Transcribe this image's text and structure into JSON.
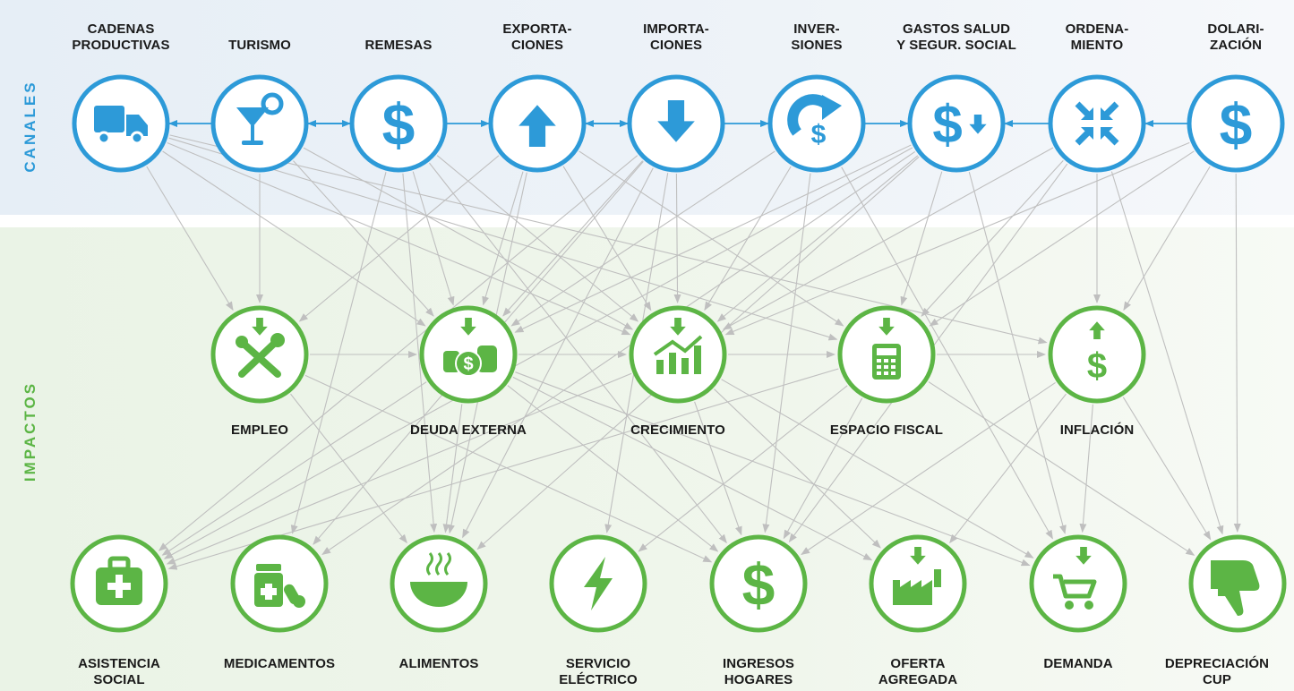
{
  "section_labels": {
    "canales": "CANALES",
    "impactos": "IMPACTOS"
  },
  "colors": {
    "canales": "#2d9ad8",
    "impactos": "#5cb545",
    "arrows": "#bfbfbf"
  },
  "canales": [
    {
      "id": "cadenas",
      "label": "CADENAS\nPRODUCTIVAS",
      "icon": "truck-icon"
    },
    {
      "id": "turismo",
      "label": "TURISMO",
      "icon": "cocktail-icon"
    },
    {
      "id": "remesas",
      "label": "REMESAS",
      "icon": "dollar-icon"
    },
    {
      "id": "exportaciones",
      "label": "EXPORTA-\nCIONES",
      "icon": "arrow-up-icon"
    },
    {
      "id": "importaciones",
      "label": "IMPORTA-\nCIONES",
      "icon": "arrow-down-icon"
    },
    {
      "id": "inversiones",
      "label": "INVER-\nSIONES",
      "icon": "investment-icon"
    },
    {
      "id": "gastos",
      "label": "GASTOS SALUD\nY SEGUR. SOCIAL",
      "icon": "dollar-down-icon"
    },
    {
      "id": "ordenamiento",
      "label": "ORDENA-\nMIENTO",
      "icon": "compress-icon"
    },
    {
      "id": "dolarizacion",
      "label": "DOLARI-\nZACIÓN",
      "icon": "dollar-icon"
    }
  ],
  "impactos_medios": [
    {
      "id": "empleo",
      "label": "EMPLEO",
      "icon": "tools-icon"
    },
    {
      "id": "deuda",
      "label": "DEUDA EXTERNA",
      "icon": "coins-icon"
    },
    {
      "id": "crecimiento",
      "label": "CRECIMIENTO",
      "icon": "growth-chart-icon"
    },
    {
      "id": "fiscal",
      "label": "ESPACIO FISCAL",
      "icon": "calculator-icon"
    },
    {
      "id": "inflacion",
      "label": "INFLACIÓN",
      "icon": "dollar-up-icon"
    }
  ],
  "impactos_finales": [
    {
      "id": "asistencia",
      "label": "ASISTENCIA\nSOCIAL",
      "icon": "medkit-icon"
    },
    {
      "id": "medicamentos",
      "label": "MEDICAMENTOS",
      "icon": "pills-icon"
    },
    {
      "id": "alimentos",
      "label": "ALIMENTOS",
      "icon": "bowl-icon"
    },
    {
      "id": "electrico",
      "label": "SERVICIO\nELÉCTRICO",
      "icon": "lightning-icon"
    },
    {
      "id": "ingresos",
      "label": "INGRESOS\nHOGARES",
      "icon": "dollar-icon"
    },
    {
      "id": "oferta",
      "label": "OFERTA\nAGREGADA",
      "icon": "factory-icon"
    },
    {
      "id": "demanda",
      "label": "DEMANDA",
      "icon": "cart-icon"
    },
    {
      "id": "depreciacion",
      "label": "DEPRECIACIÓN\nCUP",
      "icon": "thumb-down-icon"
    }
  ],
  "links": [
    [
      "turismo",
      "cadenas"
    ],
    [
      "remesas",
      "turismo"
    ],
    [
      "turismo",
      "remesas"
    ],
    [
      "remesas",
      "exportaciones"
    ],
    [
      "exportaciones",
      "importaciones"
    ],
    [
      "importaciones",
      "exportaciones"
    ],
    [
      "importaciones",
      "inversiones"
    ],
    [
      "inversiones",
      "gastos"
    ],
    [
      "ordenamiento",
      "gastos"
    ],
    [
      "dolarizacion",
      "ordenamiento"
    ],
    [
      "cadenas",
      "empleo"
    ],
    [
      "cadenas",
      "deuda"
    ],
    [
      "cadenas",
      "crecimiento"
    ],
    [
      "cadenas",
      "fiscal"
    ],
    [
      "cadenas",
      "inflacion"
    ],
    [
      "turismo",
      "empleo"
    ],
    [
      "turismo",
      "deuda"
    ],
    [
      "turismo",
      "crecimiento"
    ],
    [
      "remesas",
      "deuda"
    ],
    [
      "remesas",
      "crecimiento"
    ],
    [
      "remesas",
      "medicamentos"
    ],
    [
      "remesas",
      "alimentos"
    ],
    [
      "remesas",
      "ingresos"
    ],
    [
      "exportaciones",
      "empleo"
    ],
    [
      "exportaciones",
      "deuda"
    ],
    [
      "exportaciones",
      "crecimiento"
    ],
    [
      "exportaciones",
      "fiscal"
    ],
    [
      "exportaciones",
      "alimentos"
    ],
    [
      "importaciones",
      "deuda"
    ],
    [
      "importaciones",
      "crecimiento"
    ],
    [
      "importaciones",
      "asistencia"
    ],
    [
      "importaciones",
      "medicamentos"
    ],
    [
      "importaciones",
      "alimentos"
    ],
    [
      "importaciones",
      "electrico"
    ],
    [
      "inversiones",
      "deuda"
    ],
    [
      "inversiones",
      "crecimiento"
    ],
    [
      "inversiones",
      "ingresos"
    ],
    [
      "inversiones",
      "demanda"
    ],
    [
      "gastos",
      "deuda"
    ],
    [
      "gastos",
      "crecimiento"
    ],
    [
      "gastos",
      "fiscal"
    ],
    [
      "gastos",
      "asistencia"
    ],
    [
      "gastos",
      "medicamentos"
    ],
    [
      "gastos",
      "alimentos"
    ],
    [
      "gastos",
      "demanda"
    ],
    [
      "ordenamiento",
      "crecimiento"
    ],
    [
      "ordenamiento",
      "fiscal"
    ],
    [
      "ordenamiento",
      "inflacion"
    ],
    [
      "ordenamiento",
      "ingresos"
    ],
    [
      "ordenamiento",
      "depreciacion"
    ],
    [
      "dolarizacion",
      "crecimiento"
    ],
    [
      "dolarizacion",
      "fiscal"
    ],
    [
      "dolarizacion",
      "inflacion"
    ],
    [
      "dolarizacion",
      "depreciacion"
    ],
    [
      "empleo",
      "deuda"
    ],
    [
      "deuda",
      "crecimiento"
    ],
    [
      "crecimiento",
      "fiscal"
    ],
    [
      "fiscal",
      "inflacion"
    ],
    [
      "empleo",
      "alimentos"
    ],
    [
      "empleo",
      "ingresos"
    ],
    [
      "deuda",
      "asistencia"
    ],
    [
      "deuda",
      "alimentos"
    ],
    [
      "deuda",
      "ingresos"
    ],
    [
      "deuda",
      "oferta"
    ],
    [
      "deuda",
      "demanda"
    ],
    [
      "crecimiento",
      "asistencia"
    ],
    [
      "crecimiento",
      "ingresos"
    ],
    [
      "crecimiento",
      "oferta"
    ],
    [
      "crecimiento",
      "demanda"
    ],
    [
      "fiscal",
      "asistencia"
    ],
    [
      "fiscal",
      "electrico"
    ],
    [
      "fiscal",
      "ingresos"
    ],
    [
      "fiscal",
      "depreciacion"
    ],
    [
      "inflacion",
      "ingresos"
    ],
    [
      "inflacion",
      "oferta"
    ],
    [
      "inflacion",
      "demanda"
    ],
    [
      "inflacion",
      "depreciacion"
    ]
  ]
}
